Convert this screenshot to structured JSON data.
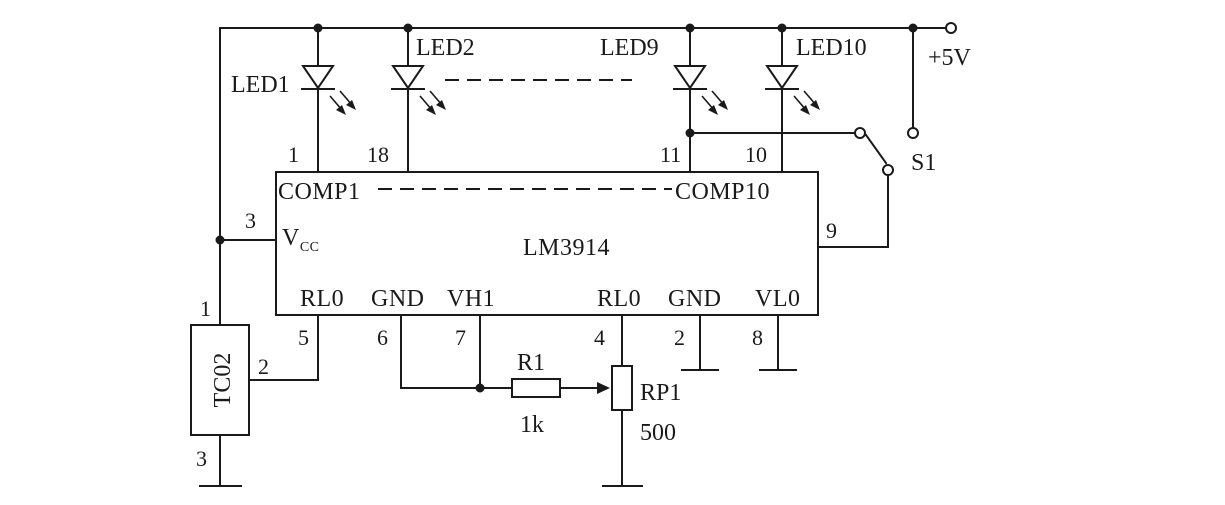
{
  "supply": {
    "label": "+5V"
  },
  "switch": {
    "label": "S1"
  },
  "ic": {
    "name": "LM3914",
    "comp_left": "COMP1",
    "comp_right": "COMP10",
    "vcc_main": "V",
    "vcc_sub": "CC",
    "bottom_pins": [
      "RL0",
      "GND",
      "VH1",
      "RL0",
      "GND",
      "VL0"
    ]
  },
  "pins": {
    "p1": "1",
    "p18": "18",
    "p11": "11",
    "p10": "10",
    "p3": "3",
    "p9": "9",
    "p5": "5",
    "p6": "6",
    "p7": "7",
    "p4": "4",
    "p2": "2",
    "p8": "8"
  },
  "leds": [
    "LED1",
    "LED2",
    "LED9",
    "LED10"
  ],
  "sensor": {
    "label": "TC02",
    "pin_top": "1",
    "pin_right": "2",
    "pin_bottom": "3"
  },
  "resistor": {
    "name": "R1",
    "value": "1k"
  },
  "pot": {
    "name": "RP1",
    "value": "500"
  }
}
